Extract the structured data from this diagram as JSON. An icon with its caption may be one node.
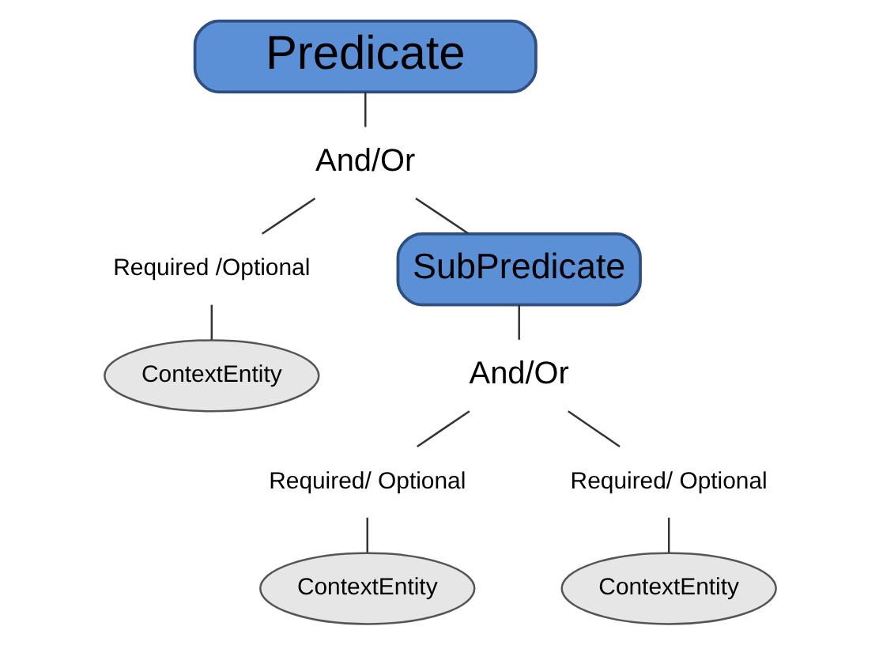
{
  "diagram": {
    "nodes": [
      {
        "text": [
          "Predicate"
        ]
      },
      {
        "text": [
          "And/Or"
        ]
      },
      {
        "text": [
          "Required /Optional"
        ]
      },
      {
        "text": [
          "ContextEntity"
        ]
      },
      {
        "text": [
          "SubPredicate"
        ]
      },
      {
        "text": [
          "And/Or"
        ]
      },
      {
        "text": [
          "Required/ Optional"
        ]
      },
      {
        "text": [
          "ContextEntity"
        ]
      },
      {
        "text": [
          "Required/ Optional"
        ]
      },
      {
        "text": [
          "ContextEntity"
        ]
      }
    ],
    "edges": [
      {
        "from": 0,
        "to": 1,
        "arrow": "none"
      },
      {
        "from": 1,
        "to": 2,
        "arrow": "none"
      },
      {
        "from": 2,
        "to": 3,
        "arrow": "none"
      },
      {
        "from": 1,
        "to": 4,
        "arrow": "none"
      },
      {
        "from": 4,
        "to": 5,
        "arrow": "none"
      },
      {
        "from": 5,
        "to": 6,
        "arrow": "none"
      },
      {
        "from": 6,
        "to": 7,
        "arrow": "none"
      },
      {
        "from": 5,
        "to": 8,
        "arrow": "none"
      },
      {
        "from": 8,
        "to": 9,
        "arrow": "none"
      }
    ]
  }
}
